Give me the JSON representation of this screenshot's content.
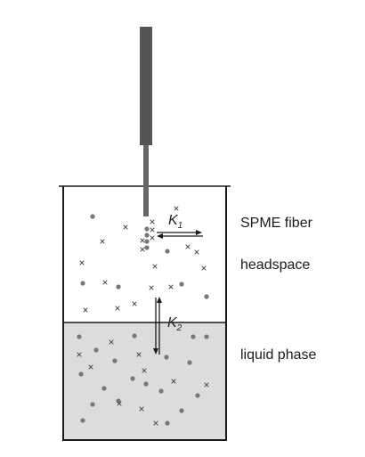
{
  "labels": {
    "fiber": "SPME fiber",
    "headspace": "headspace",
    "liquid": "liquid phase"
  },
  "constants": {
    "k1": {
      "symbol": "K",
      "sub": "1"
    },
    "k2": {
      "symbol": "K",
      "sub": "2"
    }
  },
  "colors": {
    "holder": "#555555",
    "liquid": "#dcdcdc",
    "outline": "#1a1a1a",
    "molecule_dot": "#777777",
    "molecule_cross": "#444444"
  },
  "icons": {
    "dot": "filled-circle-molecule",
    "cross": "x-mark-molecule"
  }
}
